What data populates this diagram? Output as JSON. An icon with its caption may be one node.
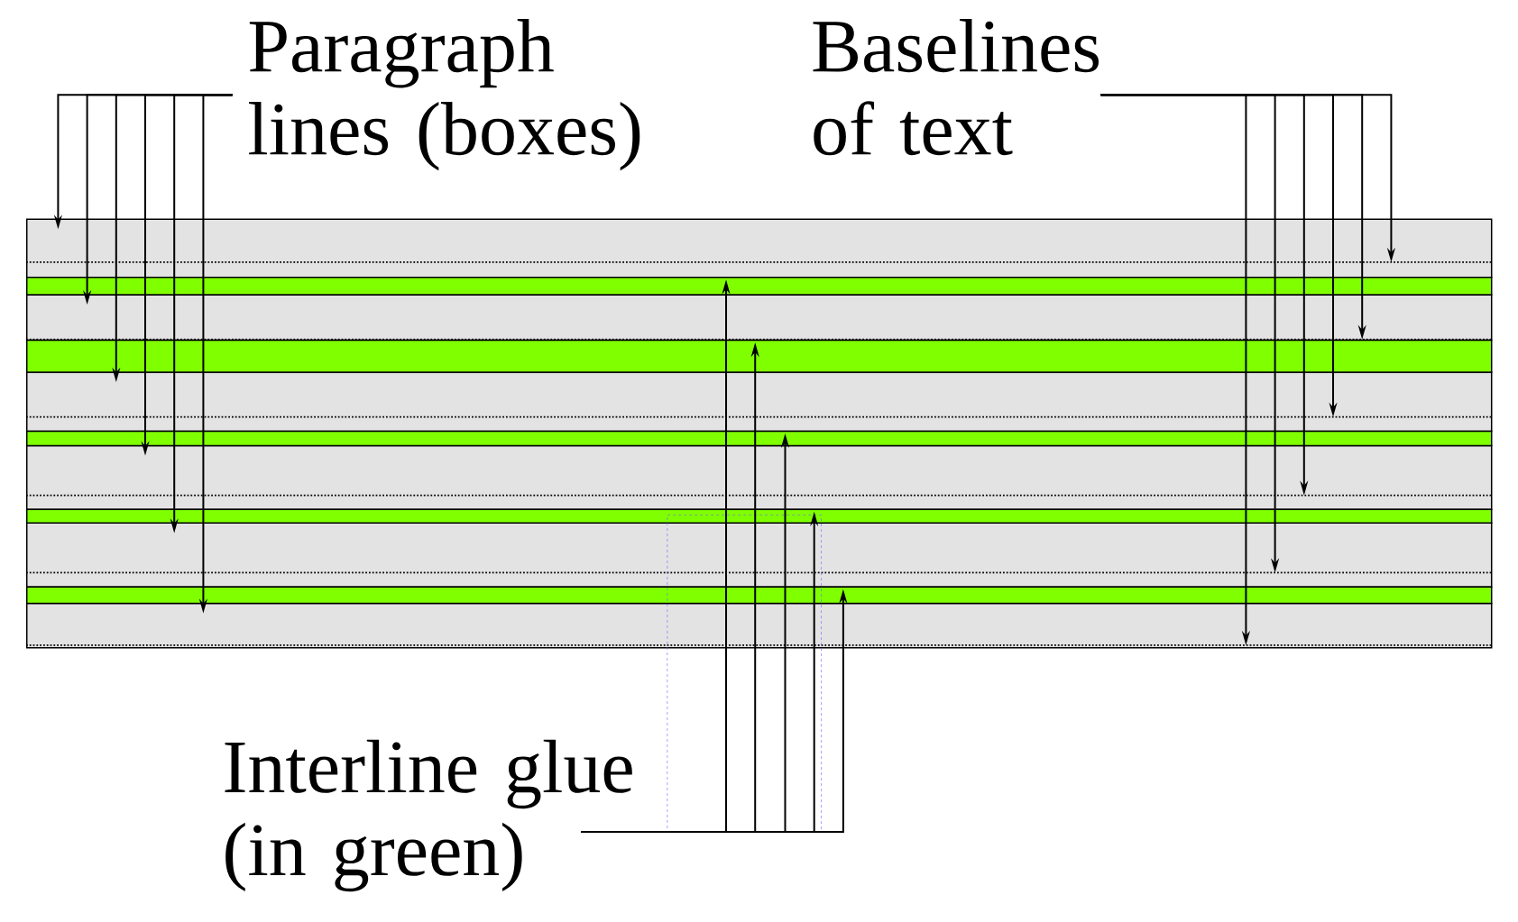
{
  "diagram": {
    "nodes": [
      {
        "text": [
          "Paragraph lines (boxes)"
        ]
      },
      {
        "text": [
          "Baselines of text"
        ]
      },
      {
        "text": [],
        "shape": "box"
      },
      {
        "text": [],
        "shape": "box"
      },
      {
        "text": [],
        "shape": "box"
      },
      {
        "text": [],
        "shape": "box"
      },
      {
        "text": [],
        "shape": "box"
      },
      {
        "text": [],
        "shape": "box"
      },
      {
        "text": [],
        "shape": "bar"
      },
      {
        "text": [],
        "shape": "bar"
      },
      {
        "text": [],
        "shape": "bar"
      },
      {
        "text": [],
        "shape": "bar"
      },
      {
        "text": [],
        "shape": "bar"
      },
      {
        "text": [
          "Interline glue (in green)"
        ]
      },
      {
        "text": [],
        "shape": "box"
      }
    ],
    "edges": [
      {
        "from": 0,
        "to": 2,
        "arrow": "to"
      },
      {
        "from": 0,
        "to": 3,
        "arrow": "to"
      },
      {
        "from": 0,
        "to": 4,
        "arrow": "to"
      },
      {
        "from": 0,
        "to": 5,
        "arrow": "to"
      },
      {
        "from": 0,
        "to": 6,
        "arrow": "to"
      },
      {
        "from": 0,
        "to": 7,
        "arrow": "to"
      },
      {
        "from": 1,
        "to": 2,
        "arrow": "to"
      },
      {
        "from": 1,
        "to": 3,
        "arrow": "to"
      },
      {
        "from": 1,
        "to": 4,
        "arrow": "to"
      },
      {
        "from": 1,
        "to": 5,
        "arrow": "to"
      },
      {
        "from": 1,
        "to": 6,
        "arrow": "to"
      },
      {
        "from": 1,
        "to": 7,
        "arrow": "to"
      },
      {
        "from": 13,
        "to": 8,
        "arrow": "to"
      },
      {
        "from": 13,
        "to": 9,
        "arrow": "to"
      },
      {
        "from": 13,
        "to": 10,
        "arrow": "to"
      },
      {
        "from": 13,
        "to": 11,
        "arrow": "to"
      },
      {
        "from": 13,
        "to": 12,
        "arrow": "to"
      }
    ]
  }
}
